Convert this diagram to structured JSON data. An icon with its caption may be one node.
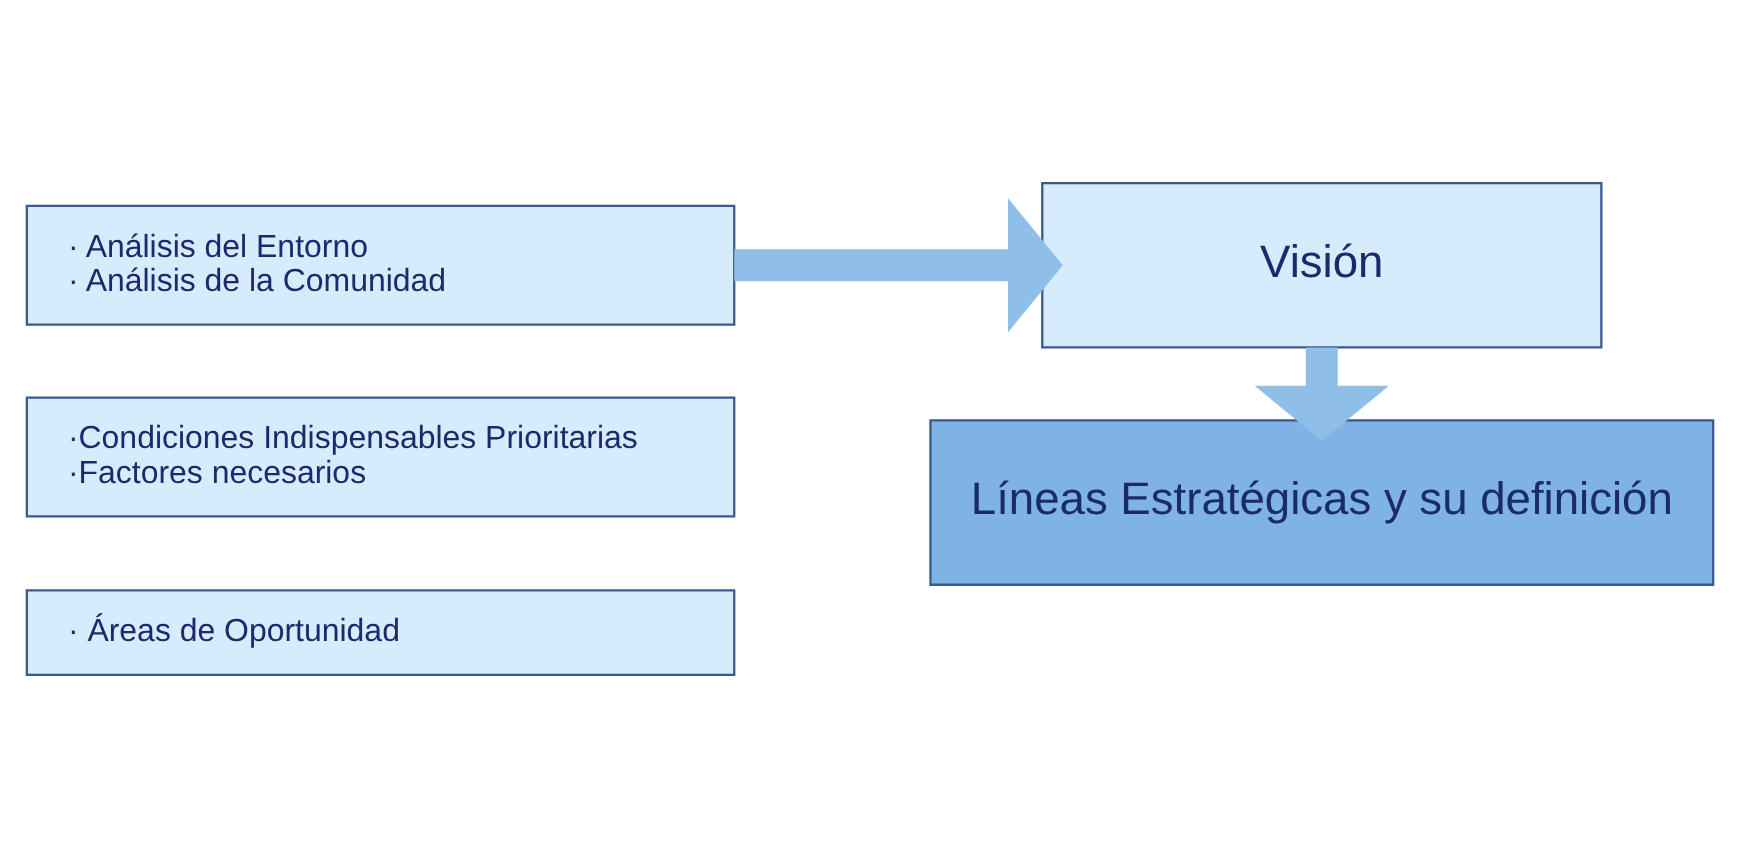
{
  "diagram": {
    "nodes": [
      {
        "text": [
          "· Análisis del Entorno",
          "· Análisis de la Comunidad"
        ]
      },
      {
        "text": [
          "·Condiciones Indispensables Prioritarias",
          "·Factores necesarios"
        ]
      },
      {
        "text": [
          "· Áreas de Oportunidad"
        ]
      },
      {
        "text": [
          "Visión"
        ]
      },
      {
        "text": [
          "Líneas Estratégicas y su definición"
        ]
      }
    ],
    "edges": [
      {
        "from": 0,
        "to": 3,
        "arrow": "to"
      },
      {
        "from": 3,
        "to": 4,
        "arrow": "to"
      }
    ]
  }
}
